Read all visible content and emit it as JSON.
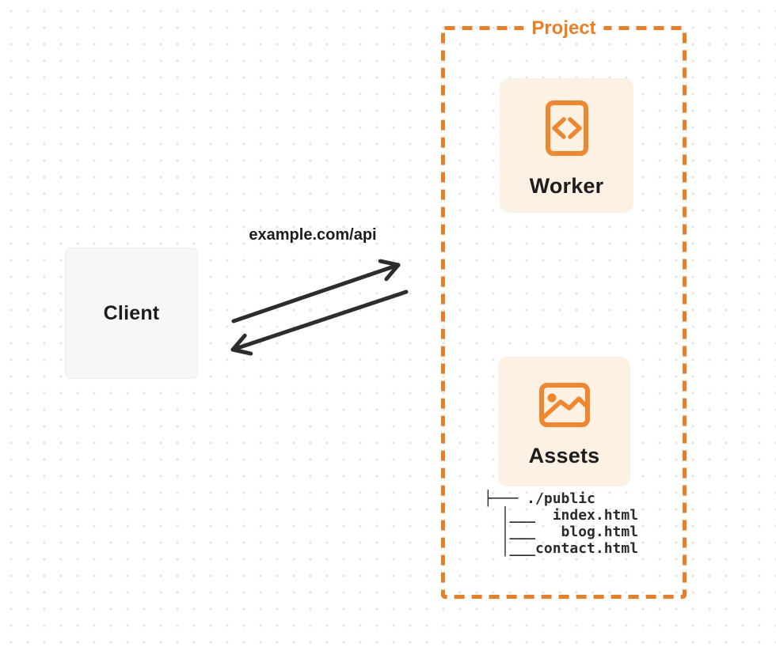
{
  "colors": {
    "accent": "#EE7D22",
    "icon-orange": "#F0862D",
    "card-bg": "#FCF1E2",
    "ink": "#1D1D1F",
    "arrow": "#2D2D2D",
    "dot": "#E4E4E4",
    "client-bg": "#F7F7F8",
    "page-bg": "#FFFFFF"
  },
  "client": {
    "label": "Client"
  },
  "request": {
    "label": "example.com/api"
  },
  "project": {
    "label": "Project",
    "worker": {
      "label": "Worker",
      "icon": "code-document-icon"
    },
    "assets": {
      "label": "Assets",
      "icon": "image-icon"
    },
    "file_tree": {
      "lines": [
        "├─── ./public",
        "  │___  index.html",
        "  │___   blog.html",
        "  │___contact.html"
      ]
    }
  }
}
